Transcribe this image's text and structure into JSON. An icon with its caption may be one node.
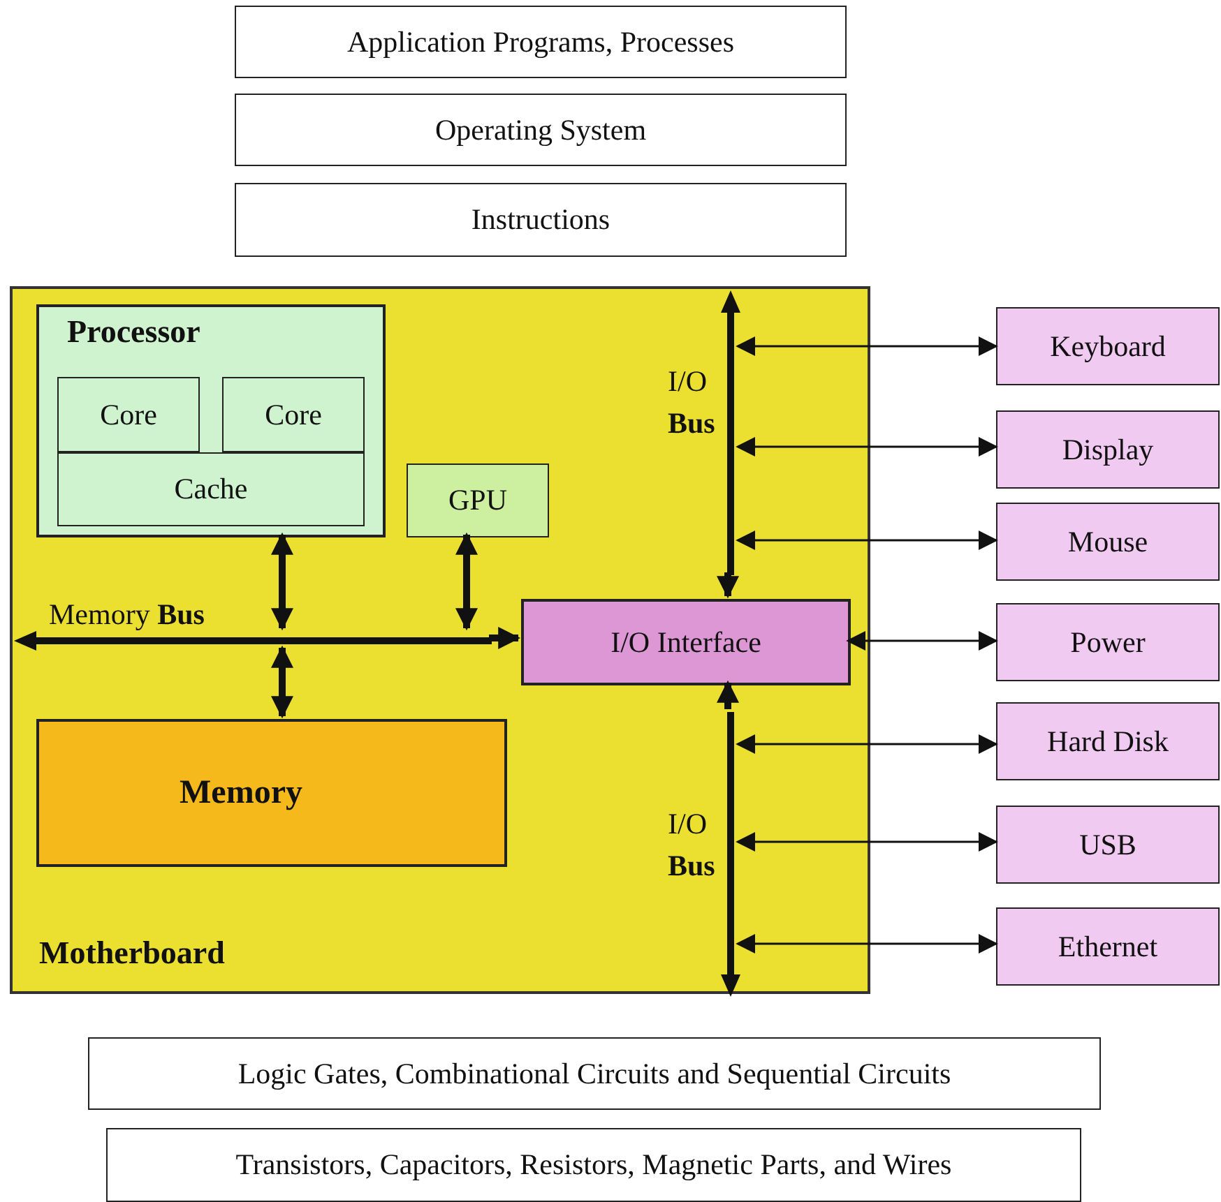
{
  "diagram": {
    "nodes": [
      {
        "text": [
          "Application Programs, Processes"
        ]
      },
      {
        "text": [
          "Operating System"
        ]
      },
      {
        "text": [
          "Instructions"
        ]
      },
      {
        "text": [
          "Motherboard"
        ]
      },
      {
        "text": [
          "Processor"
        ],
        "in": 3
      },
      {
        "text": [
          "Core"
        ],
        "in": 4
      },
      {
        "text": [
          "Core"
        ],
        "in": 4
      },
      {
        "text": [
          "Cache"
        ],
        "in": 4
      },
      {
        "text": [
          "GPU"
        ],
        "in": 3
      },
      {
        "text": [],
        "shape": "bar",
        "beside": [
          "Memory **Bus**"
        ],
        "in": 3
      },
      {
        "text": [
          "I/O Interface"
        ],
        "in": 3
      },
      {
        "text": [
          "Memory"
        ],
        "in": 3
      },
      {
        "text": [],
        "shape": "bar",
        "beside": [
          "I/O **Bus**"
        ],
        "in": 3
      },
      {
        "text": [],
        "shape": "bar",
        "beside": [
          "I/O **Bus**"
        ],
        "in": 3
      },
      {
        "text": [
          "Keyboard"
        ]
      },
      {
        "text": [
          "Display"
        ]
      },
      {
        "text": [
          "Mouse"
        ]
      },
      {
        "text": [
          "Power"
        ]
      },
      {
        "text": [
          "Hard Disk"
        ]
      },
      {
        "text": [
          "USB"
        ]
      },
      {
        "text": [
          "Ethernet"
        ]
      },
      {
        "text": [
          "Logic Gates, Combinational Circuits and Sequential Circuits"
        ]
      },
      {
        "text": [
          "Transistors, Capacitors, Resistors, Magnetic Parts, and Wires"
        ]
      }
    ],
    "edges": [
      {
        "from": 4,
        "to": 9,
        "arrow": "both",
        "style": "thick"
      },
      {
        "from": 8,
        "to": 9,
        "arrow": "both",
        "style": "thick"
      },
      {
        "from": 11,
        "to": 9,
        "arrow": "both",
        "style": "thick"
      },
      {
        "from": 9,
        "to": 10,
        "arrow": "to",
        "style": "thick"
      },
      {
        "from": 12,
        "to": 10,
        "arrow": "to",
        "style": "thick"
      },
      {
        "from": 13,
        "to": 10,
        "arrow": "to",
        "style": "thick"
      },
      {
        "from": 12,
        "to": 14,
        "arrow": "both"
      },
      {
        "from": 12,
        "to": 15,
        "arrow": "both"
      },
      {
        "from": 12,
        "to": 16,
        "arrow": "both"
      },
      {
        "from": 10,
        "to": 17,
        "arrow": "both"
      },
      {
        "from": 13,
        "to": 18,
        "arrow": "both"
      },
      {
        "from": 13,
        "to": 19,
        "arrow": "both"
      },
      {
        "from": 13,
        "to": 20,
        "arrow": "both"
      }
    ]
  }
}
